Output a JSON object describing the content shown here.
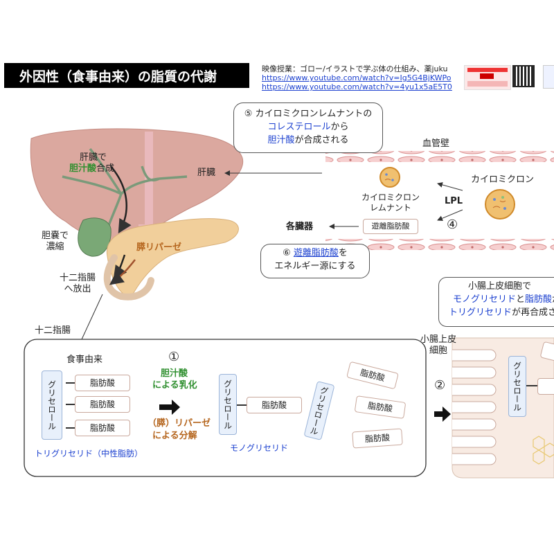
{
  "title": "外因性（食事由来）の脂質の代謝",
  "source": {
    "label": "映像授業：ゴロー/イラストで学ぶ体の仕組み、薬juku",
    "links": [
      "https://www.youtube.com/watch?v=Ig5G4BjKWPo",
      "https://www.youtube.com/watch?v=4yu1x5aE5T0"
    ]
  },
  "bubble5": {
    "l1": "⑤ カイロミクロンレムナントの",
    "l2a": "コレステロール",
    "l2b": "から",
    "l3a": "胆汁酸",
    "l3b": "が合成される"
  },
  "bubble6": {
    "l1a": "⑥ ",
    "l1b": "遊離脂肪酸",
    "l1c": "を",
    "l2": "エネルギー源にする"
  },
  "bubble_smallint": {
    "l1": "小腸上皮細胞で",
    "l2a": "モノグリセリド",
    "l2b": "と",
    "l2c": "脂肪酸",
    "l2d": "が",
    "l3a": "トリグリセリド",
    "l3b": "が再合成さ"
  },
  "liver": {
    "synth_1": "肝臓で",
    "synth_2a": "胆汁酸",
    "synth_2b": "合成",
    "label": "肝臓",
    "gallbladder_1": "胆嚢で",
    "gallbladder_2": "濃縮",
    "lipase": "膵リパーゼ",
    "release_1": "十二指腸",
    "release_2": "へ放出"
  },
  "vessel": {
    "wall": "血管壁",
    "chylomicron": "カイロミクロン",
    "remnant_1": "カイロミクロン",
    "remnant_2": "レムナント",
    "lpl": "LPL",
    "ffa": "遊離脂肪酸",
    "organs": "各臓器",
    "step4": "④"
  },
  "duodenum": {
    "label": "十二指腸",
    "diet": "食事由来",
    "glycerol": "グリセロール",
    "fatty_acid": "脂肪酸",
    "triglyceride": "トリグリセリド（中性脂肪）",
    "step1": "①",
    "bile_1": "胆汁酸",
    "bile_2": "による乳化",
    "lip_1": "（膵）リパーゼ",
    "lip_2": "による分解",
    "monoglyceride": "モノグリセリド"
  },
  "intestine": {
    "label_1": "小腸上皮",
    "label_2": "細胞",
    "step2": "②",
    "glycerol": "グリセロール"
  },
  "colors": {
    "title_bg": "#000000",
    "link": "#1a3fcf",
    "green": "#2f8f2f",
    "brown": "#b5651d",
    "liver": "#dba89f",
    "vessel": "#f0b8b8"
  }
}
